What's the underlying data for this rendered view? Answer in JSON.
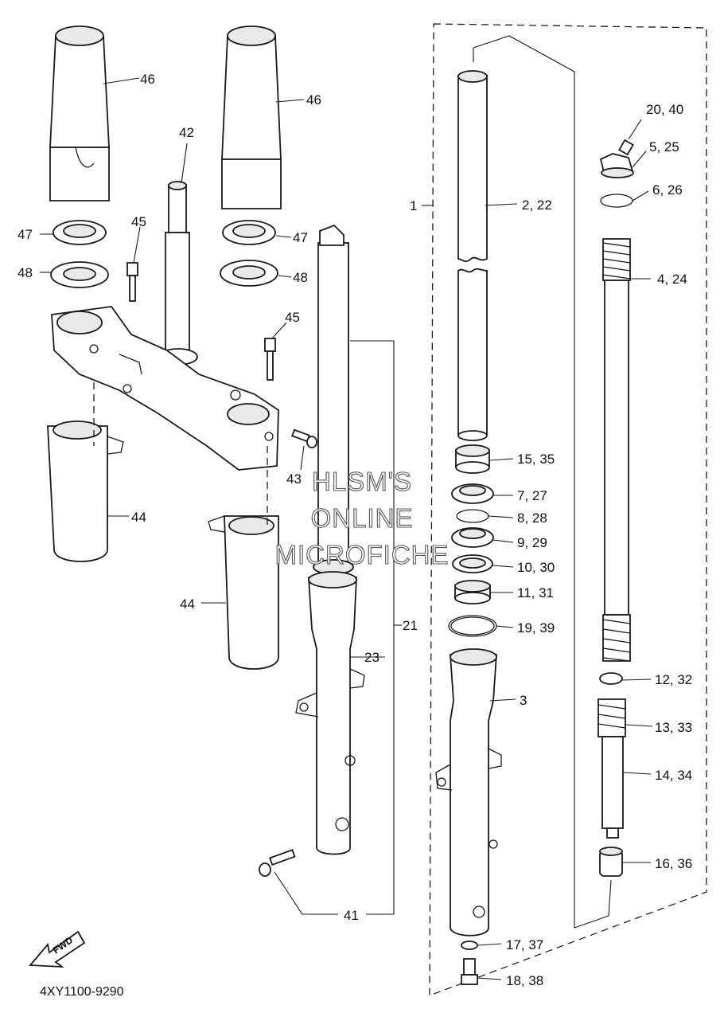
{
  "diagram": {
    "part_code": "4XY1100-9290",
    "fwd_label": "FWD",
    "watermark": [
      "HLSM'S",
      "ONLINE",
      "MICROFICHE"
    ],
    "callouts": {
      "c1": "1",
      "c2_22": "2, 22",
      "c3": "3",
      "c4_24": "4, 24",
      "c5_25": "5, 25",
      "c6_26": "6, 26",
      "c7_27": "7, 27",
      "c8_28": "8, 28",
      "c9_29": "9, 29",
      "c10_30": "10, 30",
      "c11_31": "11, 31",
      "c12_32": "12, 32",
      "c13_33": "13, 33",
      "c14_34": "14, 34",
      "c15_35": "15, 35",
      "c16_36": "16, 36",
      "c17_37": "17, 37",
      "c18_38": "18, 38",
      "c19_39": "19, 39",
      "c20_40": "20, 40",
      "c21": "21",
      "c23": "23",
      "c41": "41",
      "c42": "42",
      "c43": "43",
      "c44a": "44",
      "c44b": "44",
      "c45a": "45",
      "c45b": "45",
      "c46a": "46",
      "c46b": "46",
      "c47a": "47",
      "c47b": "47",
      "c48a": "48",
      "c48b": "48"
    }
  }
}
